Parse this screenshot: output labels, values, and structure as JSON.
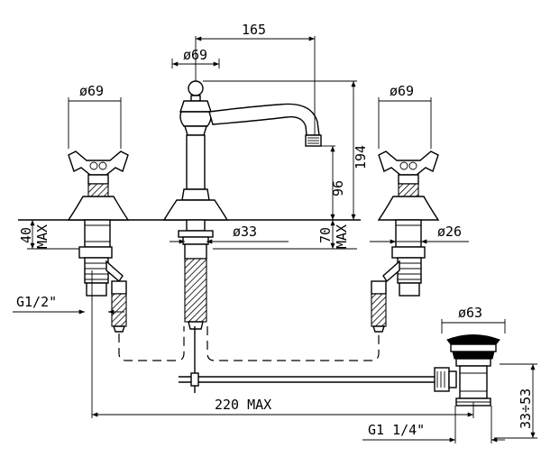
{
  "dimensions": {
    "spout_reach": "165",
    "body_diameter": "ø69",
    "left_handle_diameter": "ø69",
    "right_handle_diameter": "ø69",
    "total_height": "194",
    "spout_height": "96",
    "left_max_thickness_value": "40",
    "left_max_thickness_label": "MAX",
    "right_max_thickness_value": "70",
    "right_max_thickness_label": "MAX",
    "center_hole_diameter": "ø33",
    "side_hole_diameter": "ø26",
    "inlet_thread": "G1/2\"",
    "max_span": "220  MAX",
    "drain_diameter": "ø63",
    "drain_thread": "G1  1/4\"",
    "drain_adjust_range": "33÷53"
  }
}
